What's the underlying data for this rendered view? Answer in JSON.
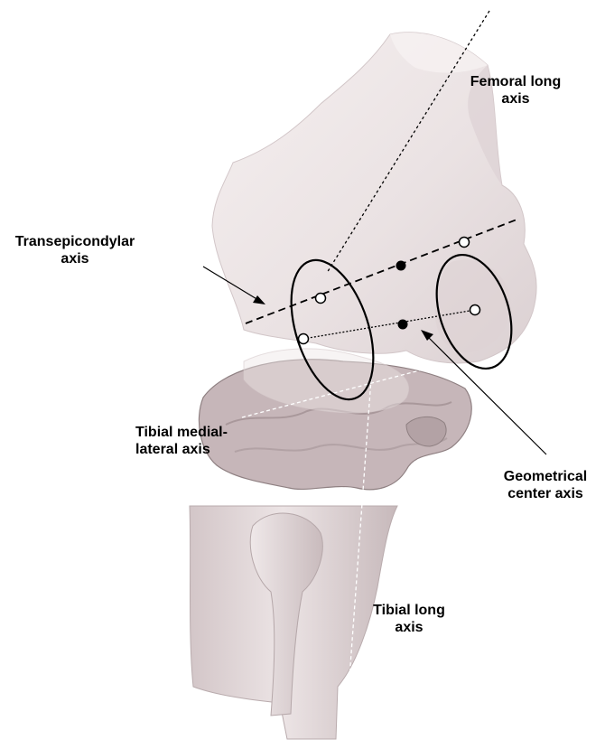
{
  "labels": {
    "femoral_long_axis": [
      "Femoral long",
      "axis"
    ],
    "transepicondylar_axis": [
      "Transepicondylar",
      "axis"
    ],
    "tibial_medial_lateral_axis": [
      "Tibial medial-",
      "lateral axis"
    ],
    "geometrical_center_axis": [
      "Geometrical",
      "center axis"
    ],
    "tibial_long_axis": [
      "Tibial long",
      "axis"
    ]
  },
  "colors": {
    "bone": "#e9e0e1",
    "bone_shadow": "#cfc2c4",
    "bone_dark": "#a89a9c",
    "axis_lines": "#000000",
    "tibial_axis_lines": "#ffffff",
    "label_text": "#000000"
  }
}
